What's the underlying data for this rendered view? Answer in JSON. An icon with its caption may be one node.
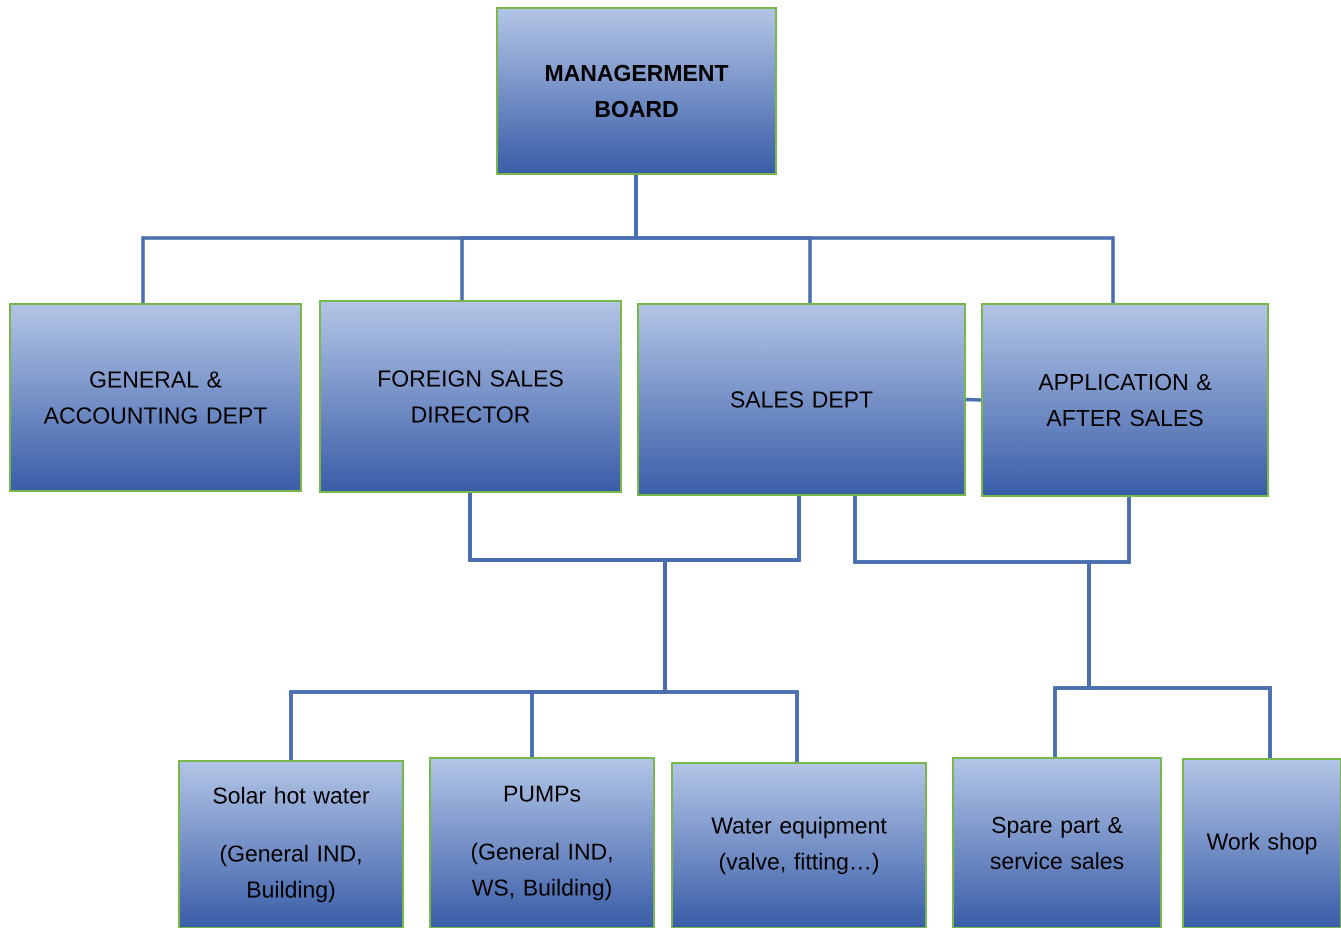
{
  "diagram": {
    "nodes": [
      {
        "text": [
          "MANAGERMENT BOARD"
        ]
      },
      {
        "text": [
          "GENERAL & ACCOUNTING DEPT"
        ]
      },
      {
        "text": [
          "FOREIGN SALES DIRECTOR"
        ]
      },
      {
        "text": [
          "SALES DEPT"
        ]
      },
      {
        "text": [
          "APPLICATION & AFTER SALES"
        ]
      },
      {
        "text": [
          "Solar hot water",
          "(General IND, Building)"
        ]
      },
      {
        "text": [
          "PUMPs",
          "(General IND, WS, Building)"
        ]
      },
      {
        "text": [
          "Water equipment (valve, fitting…)"
        ]
      },
      {
        "text": [
          "Spare part & service sales"
        ]
      },
      {
        "text": [
          "Work shop"
        ]
      }
    ],
    "edges": [
      {
        "from": 0,
        "to": 1,
        "arrow": "none"
      },
      {
        "from": 0,
        "to": 2,
        "arrow": "none"
      },
      {
        "from": 0,
        "to": 3,
        "arrow": "none"
      },
      {
        "from": 0,
        "to": 4,
        "arrow": "none"
      },
      {
        "from": 3,
        "to": 4,
        "arrow": "none"
      },
      {
        "from": 2,
        "to": 5,
        "arrow": "none"
      },
      {
        "from": 2,
        "to": 6,
        "arrow": "none"
      },
      {
        "from": 2,
        "to": 7,
        "arrow": "none"
      },
      {
        "from": 3,
        "to": 5,
        "arrow": "none"
      },
      {
        "from": 3,
        "to": 6,
        "arrow": "none"
      },
      {
        "from": 3,
        "to": 7,
        "arrow": "none"
      },
      {
        "from": 3,
        "to": 8,
        "arrow": "none"
      },
      {
        "from": 3,
        "to": 9,
        "arrow": "none"
      },
      {
        "from": 4,
        "to": 8,
        "arrow": "none"
      },
      {
        "from": 4,
        "to": 9,
        "arrow": "none"
      }
    ]
  }
}
